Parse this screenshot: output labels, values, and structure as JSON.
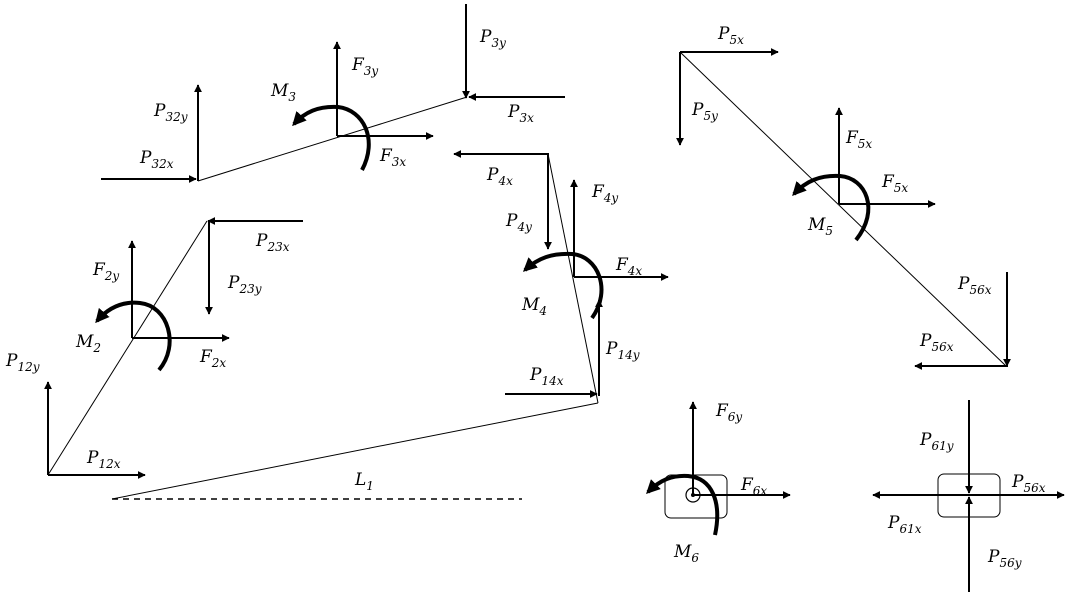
{
  "diagram": {
    "link1": {
      "length": {
        "base": "L",
        "sub": "1"
      }
    },
    "link2": {
      "fx": {
        "base": "F",
        "sub": "2x"
      },
      "fy": {
        "base": "F",
        "sub": "2y"
      },
      "m": {
        "base": "M",
        "sub": "2"
      },
      "p12x": {
        "base": "P",
        "sub": "12x"
      },
      "p12y": {
        "base": "P",
        "sub": "12y"
      },
      "p23x": {
        "base": "P",
        "sub": "23x"
      },
      "p23y": {
        "base": "P",
        "sub": "23y"
      }
    },
    "link3": {
      "fx": {
        "base": "F",
        "sub": "3x"
      },
      "fy": {
        "base": "F",
        "sub": "3y"
      },
      "m": {
        "base": "M",
        "sub": "3"
      },
      "p32x": {
        "base": "P",
        "sub": "32x"
      },
      "p32y": {
        "base": "P",
        "sub": "32y"
      },
      "p3x": {
        "base": "P",
        "sub": "3x"
      },
      "p3y": {
        "base": "P",
        "sub": "3y"
      }
    },
    "link4": {
      "fx": {
        "base": "F",
        "sub": "4x"
      },
      "fy": {
        "base": "F",
        "sub": "4y"
      },
      "m": {
        "base": "M",
        "sub": "4"
      },
      "p4x": {
        "base": "P",
        "sub": "4x"
      },
      "p4y": {
        "base": "P",
        "sub": "4y"
      },
      "p14x": {
        "base": "P",
        "sub": "14x"
      },
      "p14y": {
        "base": "P",
        "sub": "14y"
      }
    },
    "link5": {
      "fx": {
        "base": "F",
        "sub": "5x"
      },
      "fy": {
        "base": "F",
        "sub": "5x"
      },
      "m": {
        "base": "M",
        "sub": "5"
      },
      "p5x": {
        "base": "P",
        "sub": "5x"
      },
      "p5y": {
        "base": "P",
        "sub": "5y"
      },
      "p56x": {
        "base": "P",
        "sub": "56x"
      },
      "p56x_v": {
        "base": "P",
        "sub": "56x"
      }
    },
    "link6": {
      "fx": {
        "base": "F",
        "sub": "6x"
      },
      "fy": {
        "base": "F",
        "sub": "6y"
      },
      "m": {
        "base": "M",
        "sub": "6"
      }
    },
    "slider": {
      "p61x": {
        "base": "P",
        "sub": "61x"
      },
      "p61y": {
        "base": "P",
        "sub": "61y"
      },
      "p56x": {
        "base": "P",
        "sub": "56x"
      },
      "p56y": {
        "base": "P",
        "sub": "56y"
      }
    }
  }
}
